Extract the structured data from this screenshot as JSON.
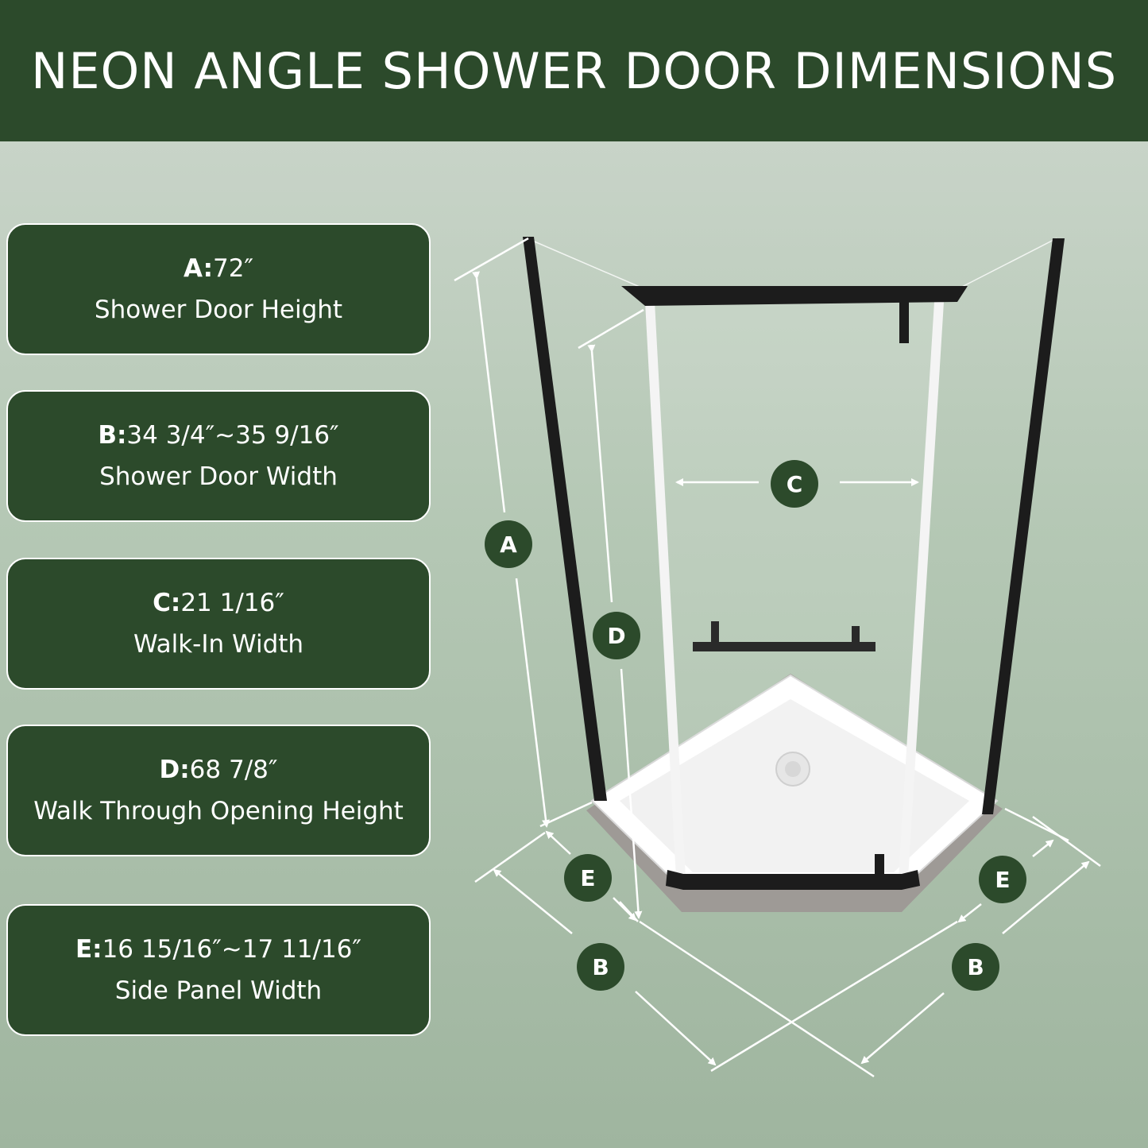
{
  "title": "NEON ANGLE SHOWER DOOR DIMENSIONS",
  "specs": [
    {
      "code": "A:",
      "value": "72″",
      "label": "Shower Door Height"
    },
    {
      "code": "B:",
      "value": "34 3/4″~35 9/16″",
      "label": "Shower Door Width"
    },
    {
      "code": "C:",
      "value": "21 1/16″",
      "label": "Walk-In Width"
    },
    {
      "code": "D:",
      "value": "68 7/8″",
      "label": "Walk Through Opening Height"
    },
    {
      "code": "E:",
      "value": "16 15/16″~17 11/16″",
      "label": "Side Panel Width"
    }
  ],
  "badges": {
    "a": "A",
    "b_left": "B",
    "b_right": "B",
    "c": "C",
    "d": "D",
    "e_left": "E",
    "e_right": "E"
  },
  "colors": {
    "header_bg": "#2c4a2b",
    "box_bg": "#2c4a2b",
    "frame": "#1c1c1c",
    "dimension_line": "#ffffff"
  }
}
